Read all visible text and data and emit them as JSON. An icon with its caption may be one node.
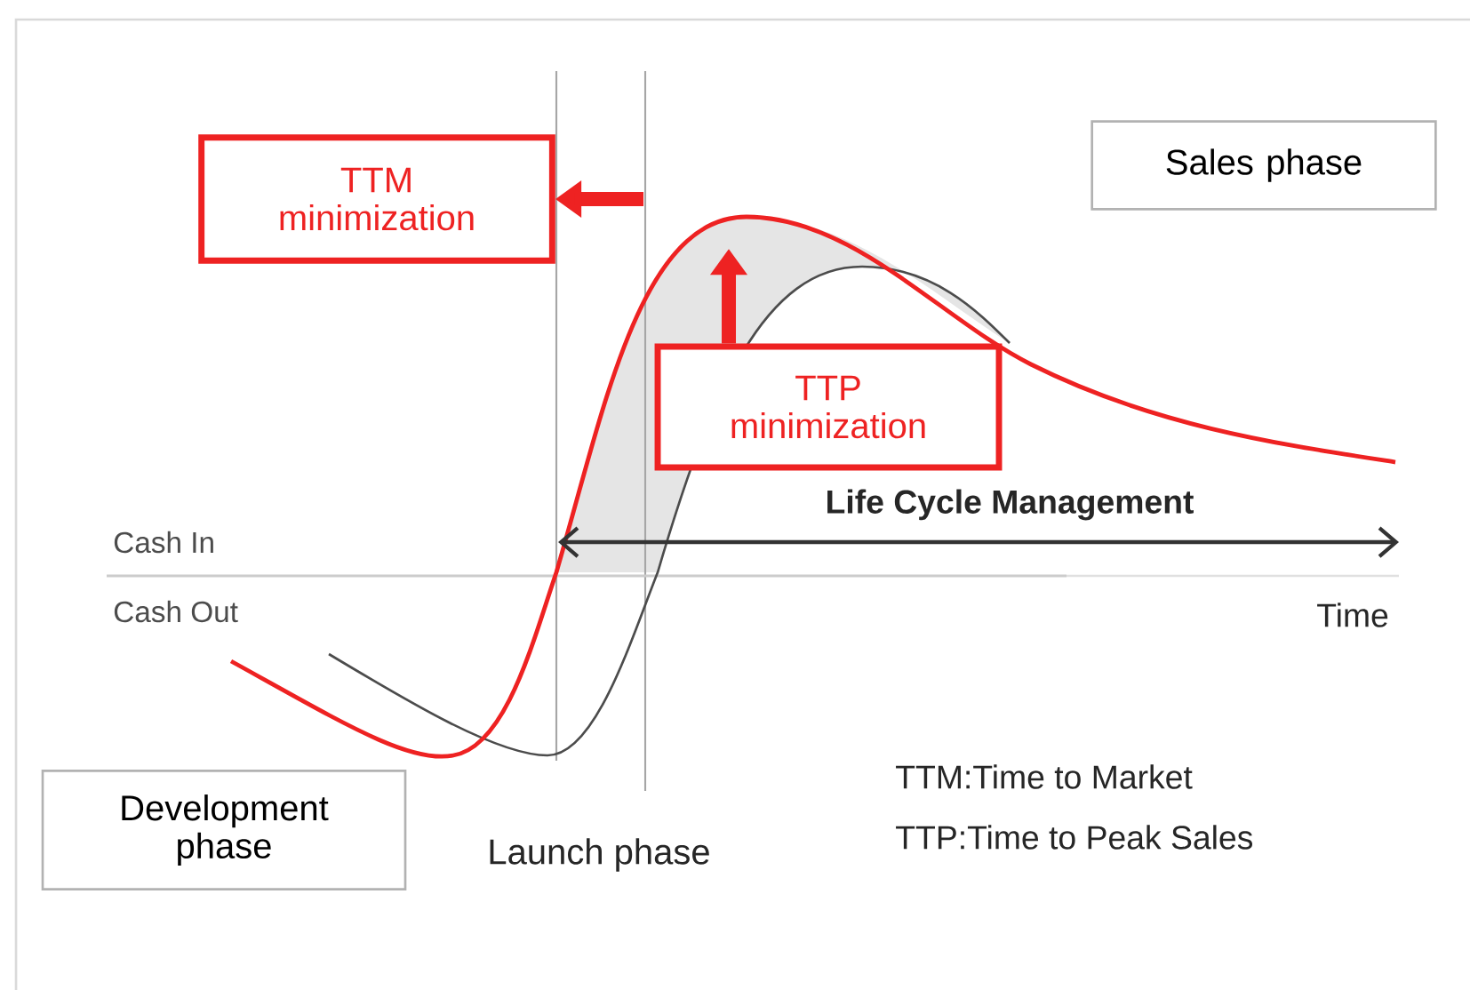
{
  "diagram": {
    "nodes": [
      {
        "text": [
          "Sales phase"
        ]
      },
      {
        "text": [
          "TTM minimization"
        ]
      },
      {
        "text": [
          "TTP minimization"
        ]
      },
      {
        "text": [
          "Development phase"
        ]
      }
    ],
    "edges": [
      {
        "from": null,
        "to": 1,
        "arrow": "to"
      },
      {
        "from": 2,
        "to": null,
        "arrow": "to"
      }
    ],
    "labels": [
      "Life Cycle Management",
      "Cash In",
      "Time",
      "Cash Out",
      "TTM:Time to Market",
      "TTP:Time to Peak Sales",
      "Launch phase"
    ]
  }
}
